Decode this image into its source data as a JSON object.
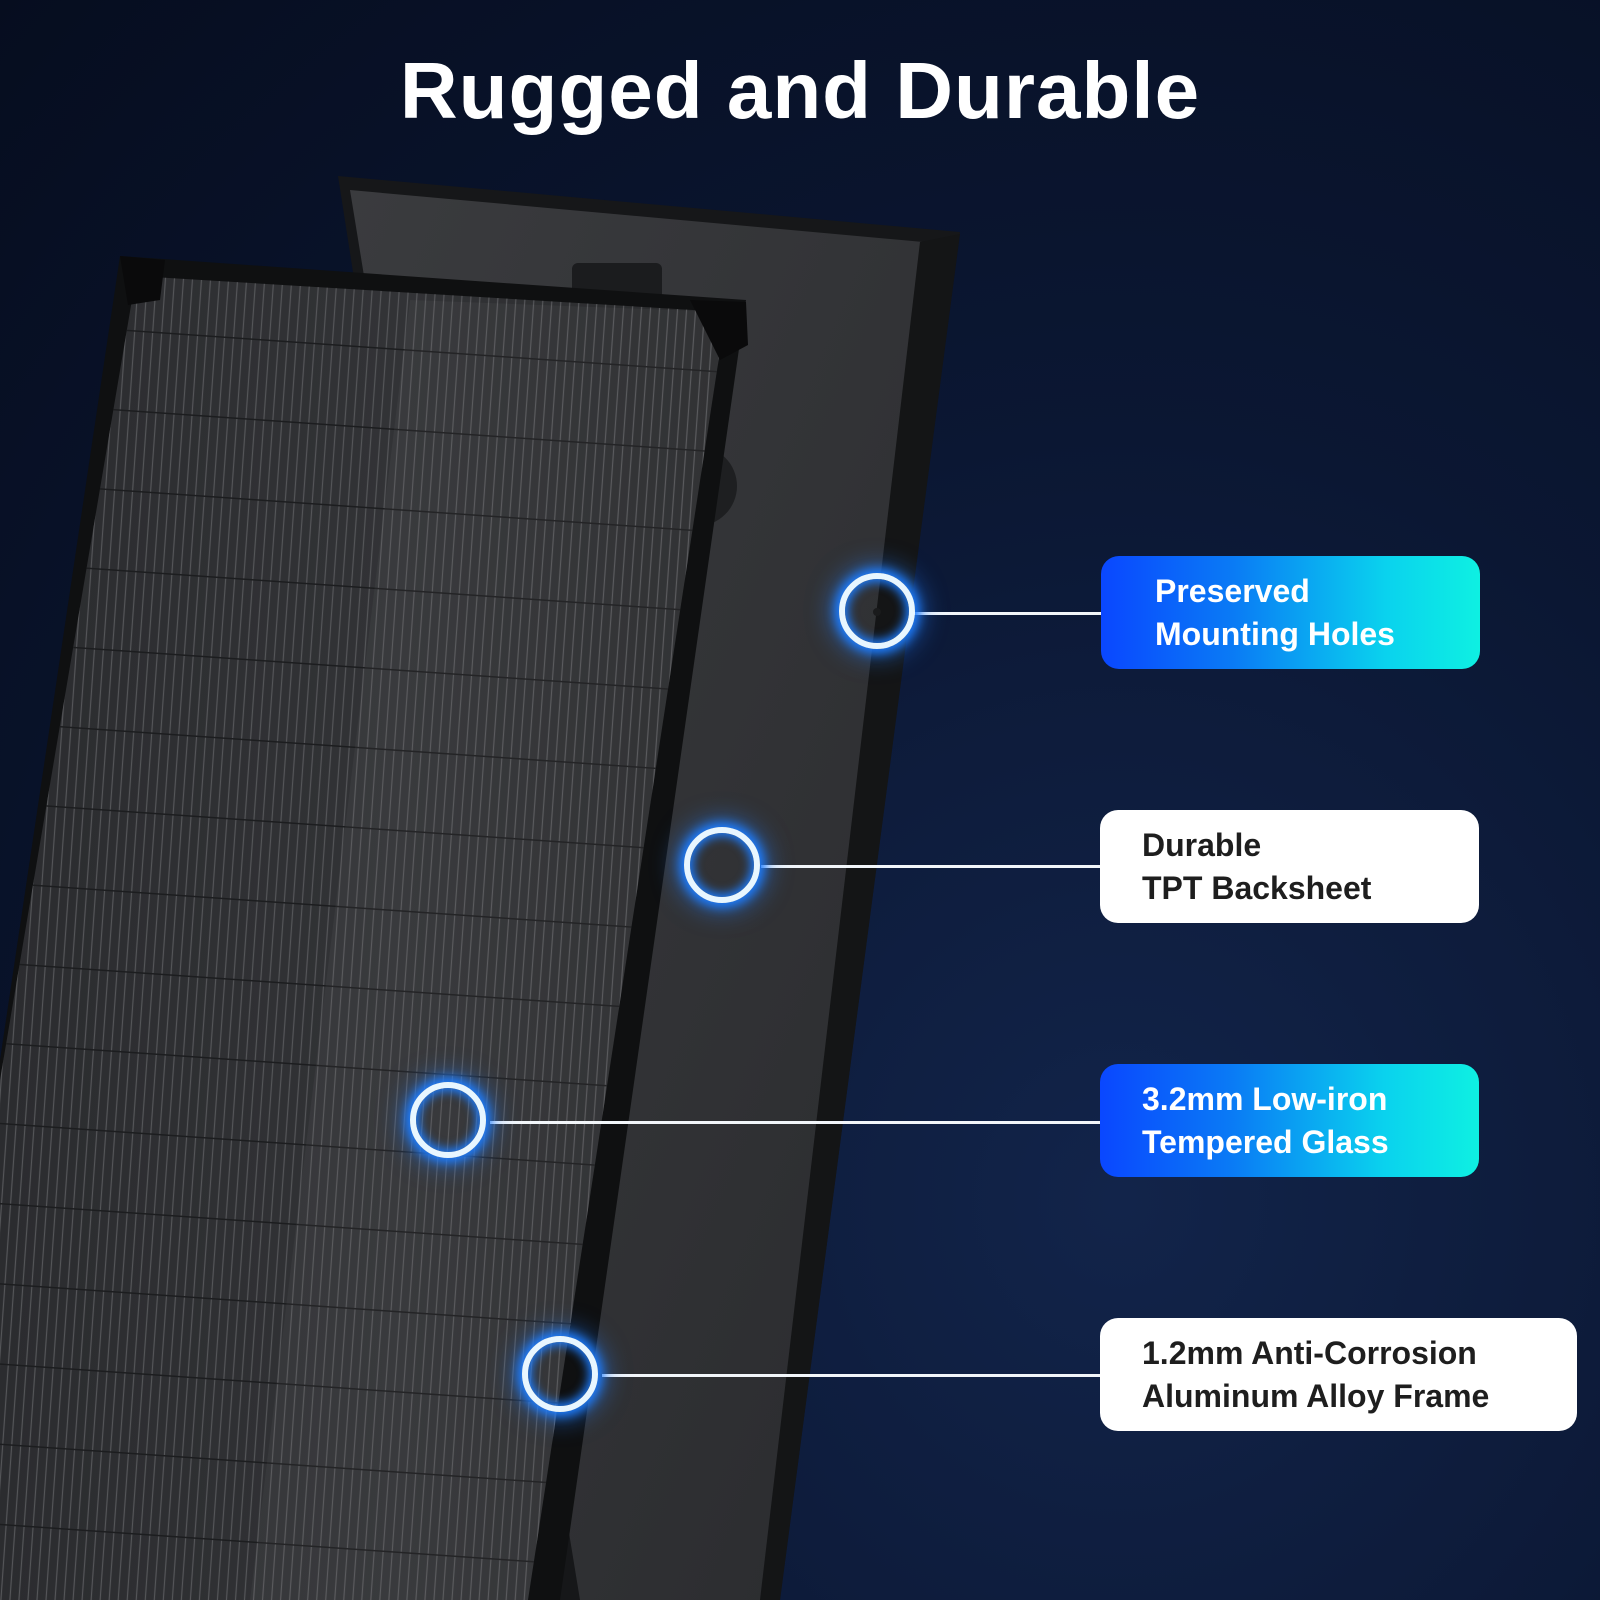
{
  "title": "Rugged and Durable",
  "callouts": [
    {
      "line1": "Preserved",
      "line2": "Mounting Holes",
      "style": "gradient"
    },
    {
      "line1": "Durable",
      "line2": "TPT Backsheet",
      "style": "white"
    },
    {
      "line1": "3.2mm Low-iron",
      "line2": "Tempered Glass",
      "style": "gradient"
    },
    {
      "line1": "1.2mm Anti-Corrosion",
      "line2": "Aluminum Alloy Frame",
      "style": "white"
    }
  ],
  "colors": {
    "background": "#0b1733",
    "highlight_glow": "#1d7dff",
    "gradient_start": "#0a47ff",
    "gradient_end": "#0ef0e2"
  }
}
